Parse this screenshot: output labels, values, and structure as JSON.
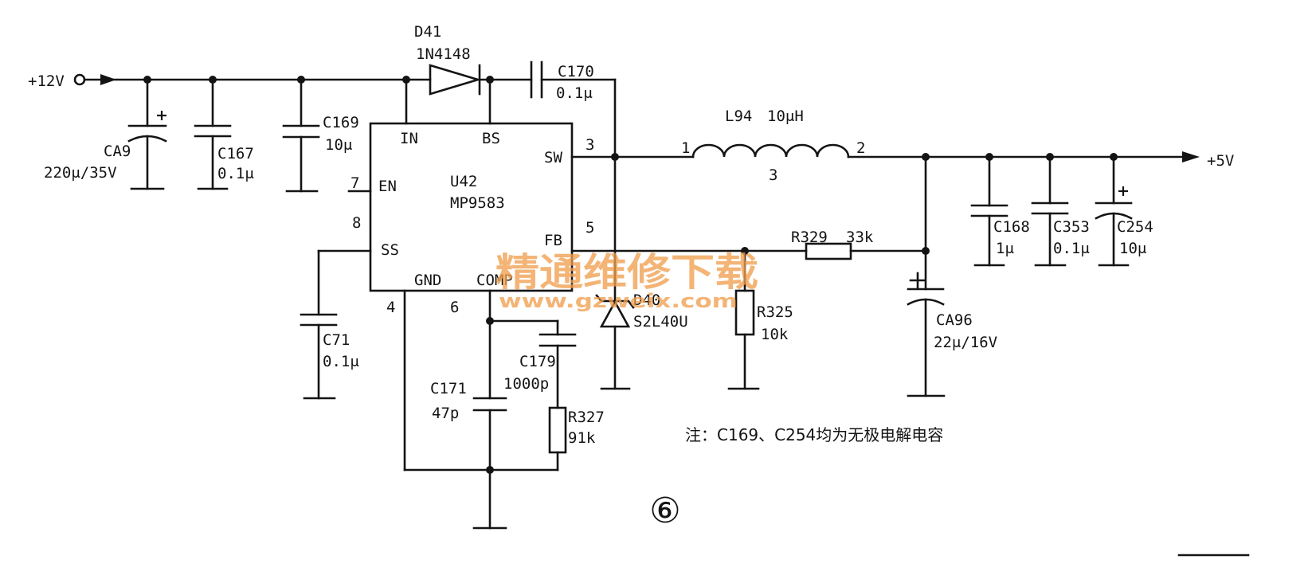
{
  "figure_number": "⑥",
  "note": "注：C169、C254均为无极电解电容",
  "watermark": {
    "text": "精通维修下载",
    "url": "www.gzweix.com",
    "color": "#f0a050"
  },
  "terminals": {
    "input": "+12V",
    "output": "+5V"
  },
  "ic": {
    "ref": "U42",
    "part": "MP9583",
    "pins": {
      "in": {
        "name": "IN"
      },
      "bs": {
        "name": "BS"
      },
      "sw": {
        "name": "SW",
        "number": "3"
      },
      "en": {
        "name": "EN",
        "number": "7"
      },
      "ss": {
        "name": "SS",
        "number": "8"
      },
      "fb": {
        "name": "FB",
        "number": "5"
      },
      "gnd": {
        "name": "GND",
        "number": "4"
      },
      "comp": {
        "name": "COMP",
        "number": "6"
      }
    }
  },
  "components": {
    "d41": {
      "ref": "D41",
      "value": "1N4148"
    },
    "c170": {
      "ref": "C170",
      "value": "0.1μ"
    },
    "ca9": {
      "ref": "CA9",
      "value": "220μ/35V"
    },
    "c167": {
      "ref": "C167",
      "value": "0.1μ"
    },
    "c169": {
      "ref": "C169",
      "value": "10μ"
    },
    "l94": {
      "ref": "L94",
      "value": "10μH",
      "pin1": "1",
      "pin2": "2",
      "pin3": "3"
    },
    "r329": {
      "ref": "R329",
      "value": "33k"
    },
    "c168": {
      "ref": "C168",
      "value": "1μ"
    },
    "c353": {
      "ref": "C353",
      "value": "0.1μ"
    },
    "c254": {
      "ref": "C254",
      "value": "10μ"
    },
    "d40": {
      "ref": "D40",
      "value": "S2L40U"
    },
    "r325": {
      "ref": "R325",
      "value": "10k"
    },
    "ca96": {
      "ref": "CA96",
      "value": "22μ/16V"
    },
    "c71": {
      "ref": "C71",
      "value": "0.1μ"
    },
    "c179": {
      "ref": "C179",
      "value": "1000p"
    },
    "c171": {
      "ref": "C171",
      "value": "47p"
    },
    "r327": {
      "ref": "R327",
      "value": "91k"
    }
  }
}
